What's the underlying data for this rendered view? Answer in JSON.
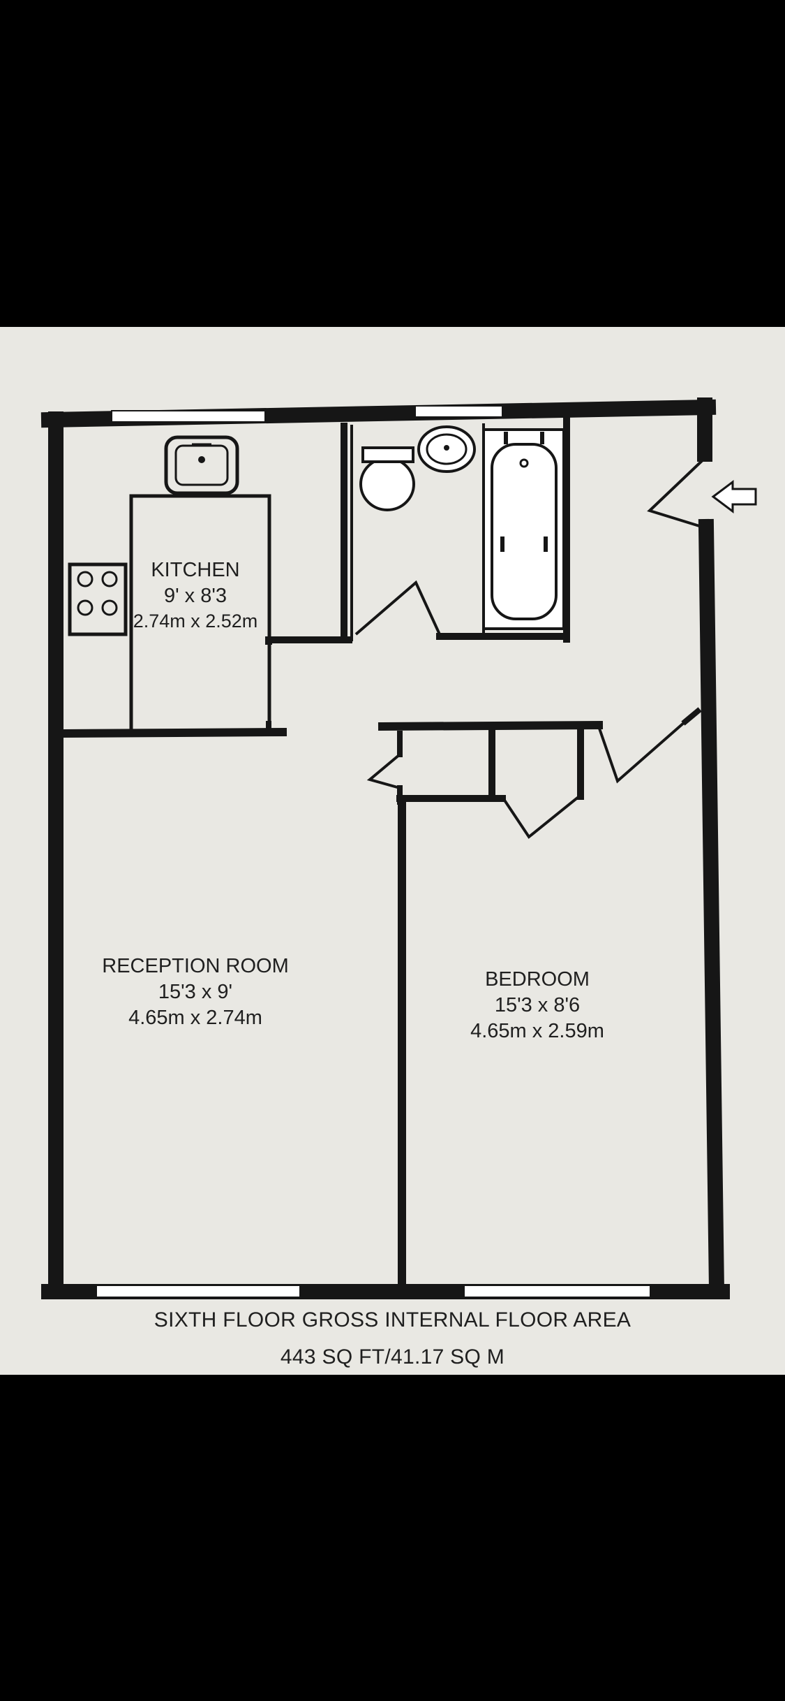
{
  "rooms": {
    "kitchen": {
      "name": "KITCHEN",
      "dim_imperial": "9' x 8'3",
      "dim_metric": "2.74m x 2.52m"
    },
    "reception": {
      "name": "RECEPTION ROOM",
      "dim_imperial": "15'3 x 9'",
      "dim_metric": "4.65m x 2.74m"
    },
    "bedroom": {
      "name": "BEDROOM",
      "dim_imperial": "15'3 x 8'6",
      "dim_metric": "4.65m x 2.59m"
    }
  },
  "footer": {
    "floor_area_label": "SIXTH FLOOR GROSS INTERNAL FLOOR AREA",
    "floor_area_value": "443 SQ FT/41.17 SQ M"
  },
  "colors": {
    "background": "#000000",
    "paper": "#e9e8e3",
    "wall": "#161616",
    "text": "#1f1f1f"
  }
}
